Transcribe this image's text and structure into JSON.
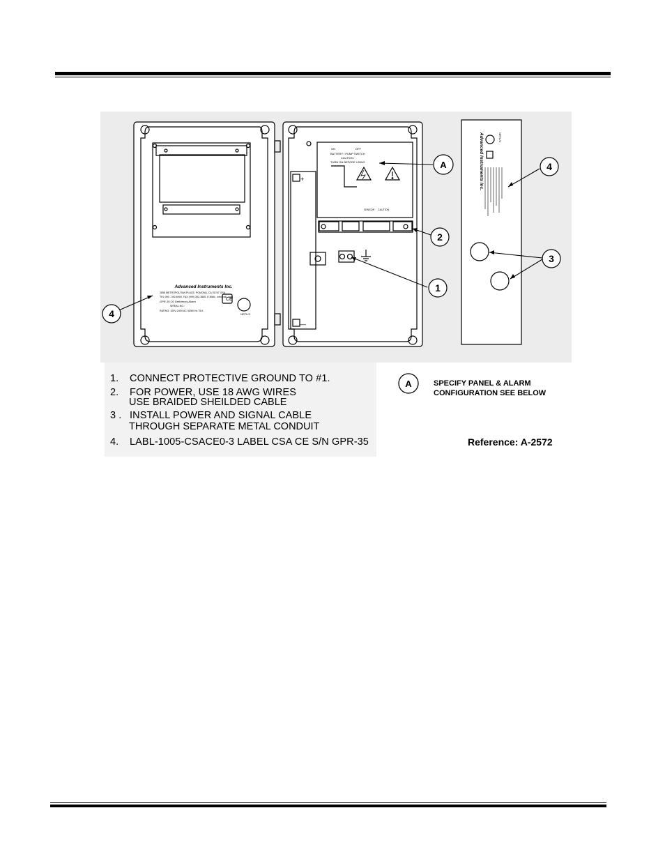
{
  "diagram": {
    "callouts": {
      "a": "A",
      "one": "1",
      "two": "2",
      "three": "3",
      "four_left": "4",
      "four_right": "4"
    },
    "cover_label": {
      "company": "Advanced Instruments Inc.",
      "address": "2855 METROPOLITAN PLACE, POMONA, CA 91767 USA",
      "contact": "TEL 909 - 392-6900, FAX (909) 392-3665, E-MAIL: info@aii1.com",
      "model": "GPR-35  O2 Deficiency Alarm",
      "serial": "SERIAL NO.: ",
      "rating": "RATING: 100V-240V AC  50/60 Hz  75 A",
      "cert": "NRTL/C",
      "ce": "CE"
    },
    "side_label": {
      "company": "Advanced Instruments Inc.",
      "cert": "NRTL/C"
    },
    "terminal_panel": {
      "on": "ON",
      "off": "OFF",
      "switch": "BATTERY / PUMP SWITCH",
      "caution": "CAUTION:",
      "turn_on": "TURN ON BEFORE USING",
      "sensor": "SENSOR",
      "caution2": "CAUTION",
      "plus": "+",
      "minus": "—"
    }
  },
  "notes": [
    {
      "num": "1.",
      "text": "CONNECT PROTECTIVE GROUND TO #1."
    },
    {
      "num": "2.",
      "text": "FOR POWER, USE 18 AWG WIRES",
      "cont": "USE BRAIDED SHEILDED CABLE"
    },
    {
      "num": "3 .",
      "text": "INSTALL POWER AND SIGNAL CABLE",
      "cont": "THROUGH SEPARATE METAL CONDUIT"
    },
    {
      "num": "4.",
      "text": "LABL-1005-CSACE0-3  LABEL CSA CE S/N GPR-35"
    }
  ],
  "legend": {
    "symbol": "A",
    "line1": "SPECIFY  PANEL & ALARM",
    "line2": "CONFIGURATION SEE BELOW"
  },
  "reference": "Reference:  A-2572"
}
